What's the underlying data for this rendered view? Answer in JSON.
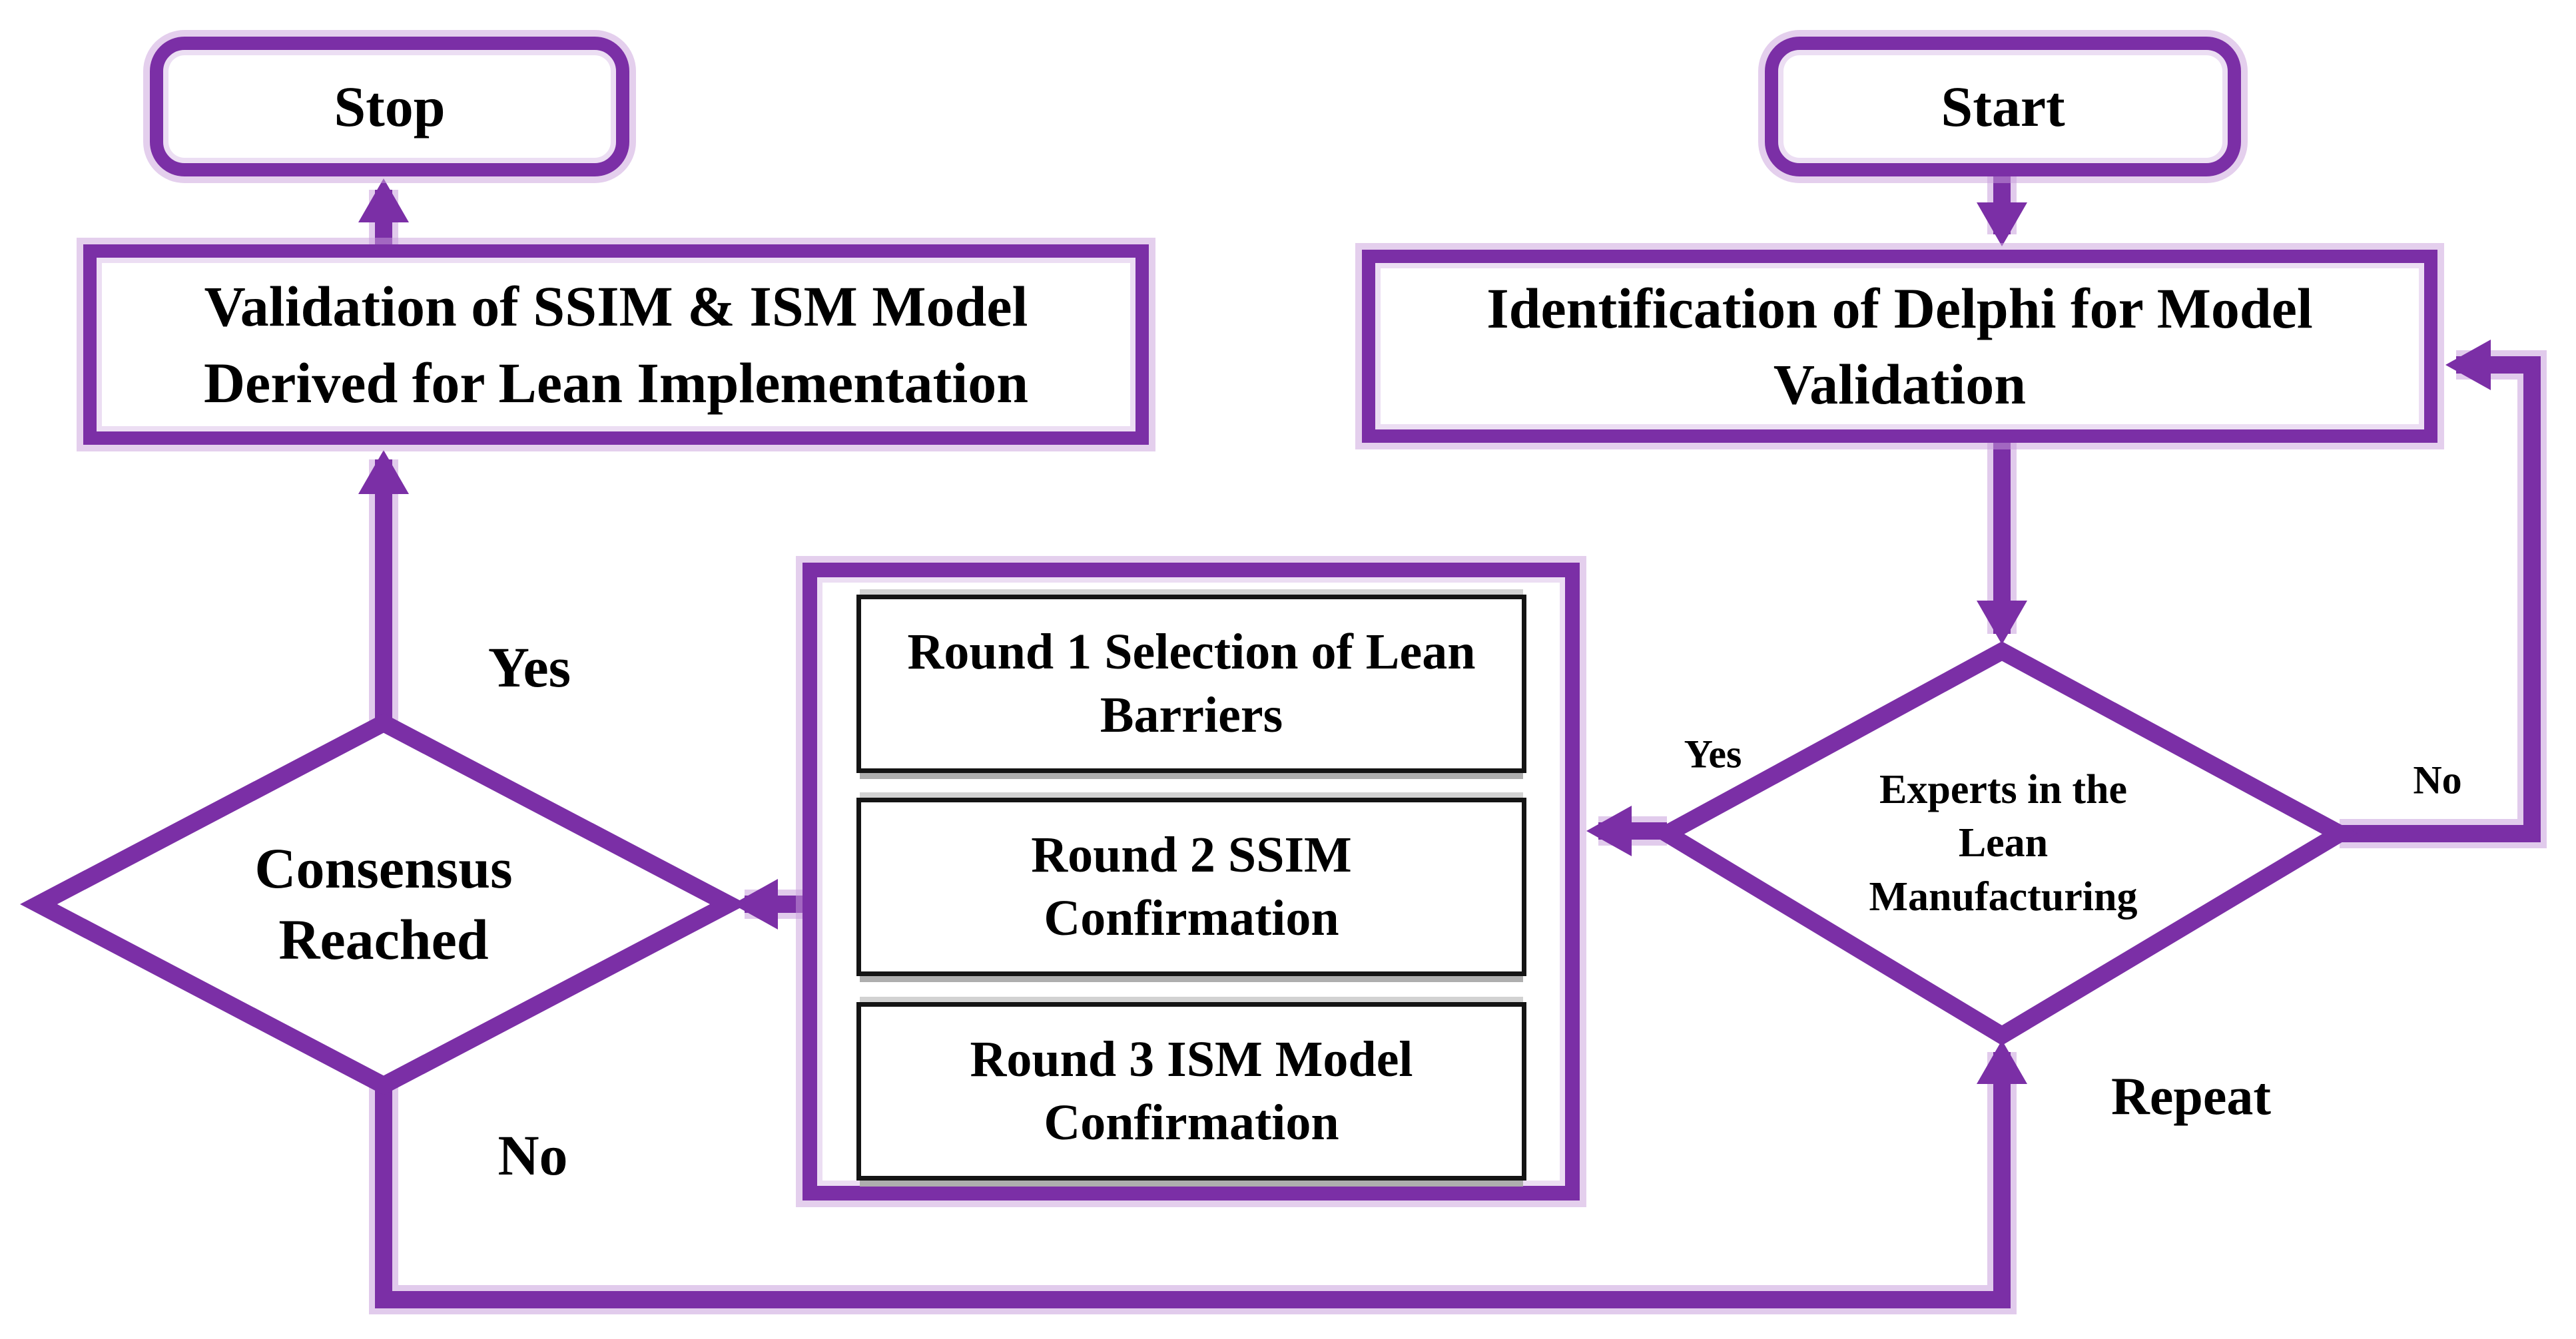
{
  "colors": {
    "purple": "#7B2FA6",
    "purple_light": "#C9A0DC",
    "ink": "#000000",
    "inner_border": "#141414"
  },
  "nodes": {
    "stop": {
      "label": "Stop"
    },
    "start": {
      "label": "Start"
    },
    "validation": {
      "line1": "Validation of SSIM & ISM Model",
      "line2": "Derived for Lean Implementation"
    },
    "identification": {
      "line1": "Identification of Delphi for Model",
      "line2": "Validation"
    },
    "round1": {
      "line1": "Round 1 Selection of Lean",
      "line2": "Barriers"
    },
    "round2": {
      "line1": "Round 2 SSIM",
      "line2": "Confirmation"
    },
    "round3": {
      "line1": "Round 3 ISM Model",
      "line2": "Confirmation"
    },
    "consensus": {
      "line1": "Consensus",
      "line2": "Reached"
    },
    "experts": {
      "line1": "Experts in the",
      "line2": "Lean",
      "line3": "Manufacturing"
    }
  },
  "labels": {
    "yes_left": "Yes",
    "no_left": "No",
    "yes_right": "Yes",
    "no_right": "No",
    "repeat": "Repeat"
  }
}
